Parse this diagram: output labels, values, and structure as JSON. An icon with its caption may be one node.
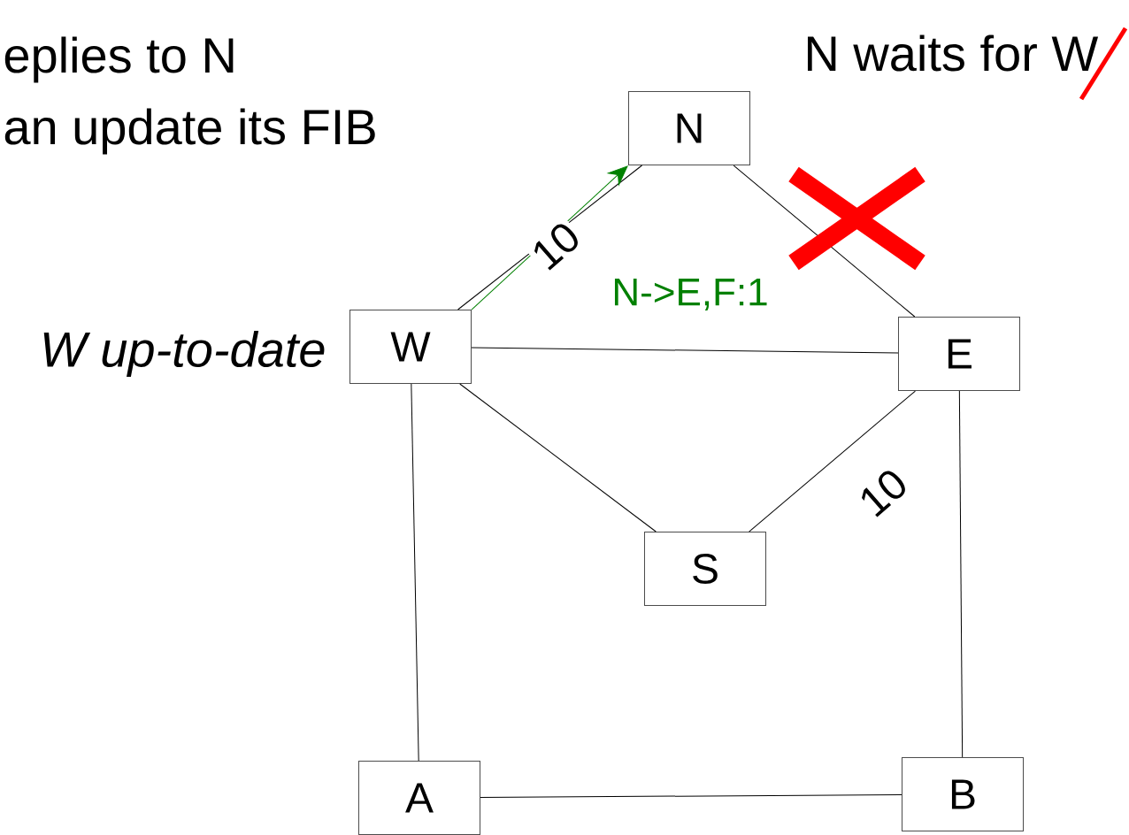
{
  "diagram": {
    "nodes": [
      {
        "text": [
          "N"
        ]
      },
      {
        "text": [
          "W"
        ],
        "beside": [
          "W up-to-date"
        ]
      },
      {
        "text": [
          "E"
        ]
      },
      {
        "text": [
          "S"
        ]
      },
      {
        "text": [
          "A"
        ]
      },
      {
        "text": [
          "B"
        ]
      }
    ],
    "edges": [
      {
        "from": 1,
        "to": 0,
        "arrow": "none",
        "label": "10"
      },
      {
        "from": 0,
        "to": 2,
        "arrow": "none"
      },
      {
        "from": 1,
        "to": 2,
        "arrow": "none"
      },
      {
        "from": 1,
        "to": 3,
        "arrow": "none"
      },
      {
        "from": 3,
        "to": 2,
        "arrow": "none",
        "label": "10"
      },
      {
        "from": 1,
        "to": 4,
        "arrow": "none"
      },
      {
        "from": 2,
        "to": 5,
        "arrow": "none"
      },
      {
        "from": 4,
        "to": 5,
        "arrow": "none"
      },
      {
        "from": 1,
        "to": 0,
        "arrow": "to",
        "label": "N->E,F:1",
        "color": "#008000"
      }
    ],
    "labels": [
      "eplies to N",
      "an update its FIB",
      "N waits for W"
    ]
  }
}
